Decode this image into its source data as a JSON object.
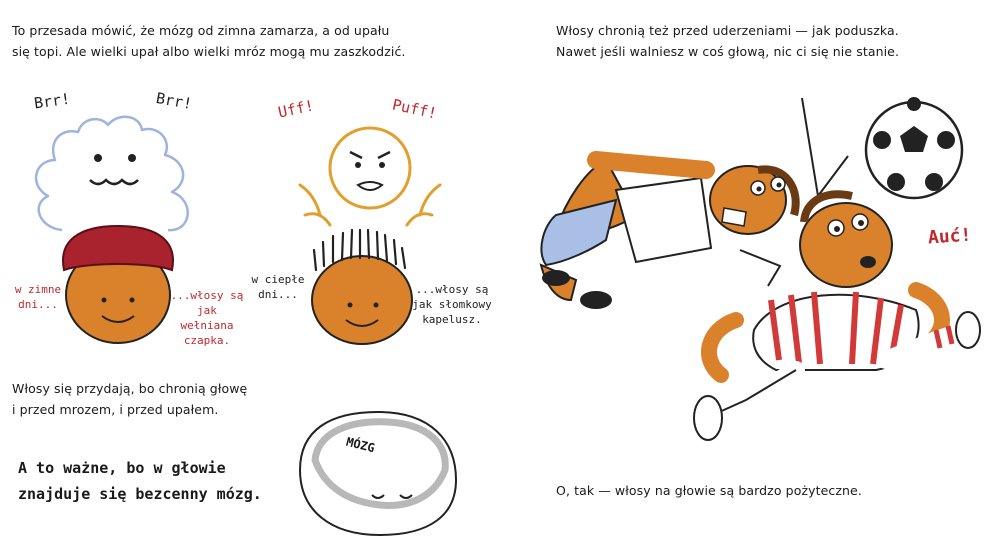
{
  "left": {
    "intro_line1": "To przesada mówić, że mózg od zimna zamarza, a od upału",
    "intro_line2": "się topi. Ale wielki upał albo wielki mróz mogą mu zaszkodzić.",
    "brr_left": "Brr!",
    "brr_right": "Brr!",
    "uff": "Uff!",
    "puff": "Puff!",
    "cold_label": "w zimne dni...",
    "cold_hair": "...włosy są jak wełniana czapka.",
    "warm_label": "w ciepłe dni...",
    "warm_hair": "...włosy są jak słomkowy kapelusz.",
    "protect_line1": "Włosy się przydają, bo chronią głowę",
    "protect_line2": "i przed mrozem, i przed upałem.",
    "brain_line1": "A to ważne, bo w głowie",
    "brain_line2": "znajduje się bezcenny mózg.",
    "brain_label": "MÓZG"
  },
  "right": {
    "intro_line1": "Włosy chronią też przed uderzeniami — jak poduszka.",
    "intro_line2": "Nawet jeśli walniesz w coś głową, nic ci się nie stanie.",
    "ouch": "Auć!",
    "outro": "O, tak — włosy na głowie są bardzo pożyteczne."
  },
  "colors": {
    "skin": "#d9822b",
    "cold_hair": "#a8232e",
    "frost": "#9fb4dc",
    "sun": "#e0a030",
    "red_text": "#c0282e",
    "jersey_blue": "#a9bfe6",
    "stripe_red": "#d23a3a"
  }
}
